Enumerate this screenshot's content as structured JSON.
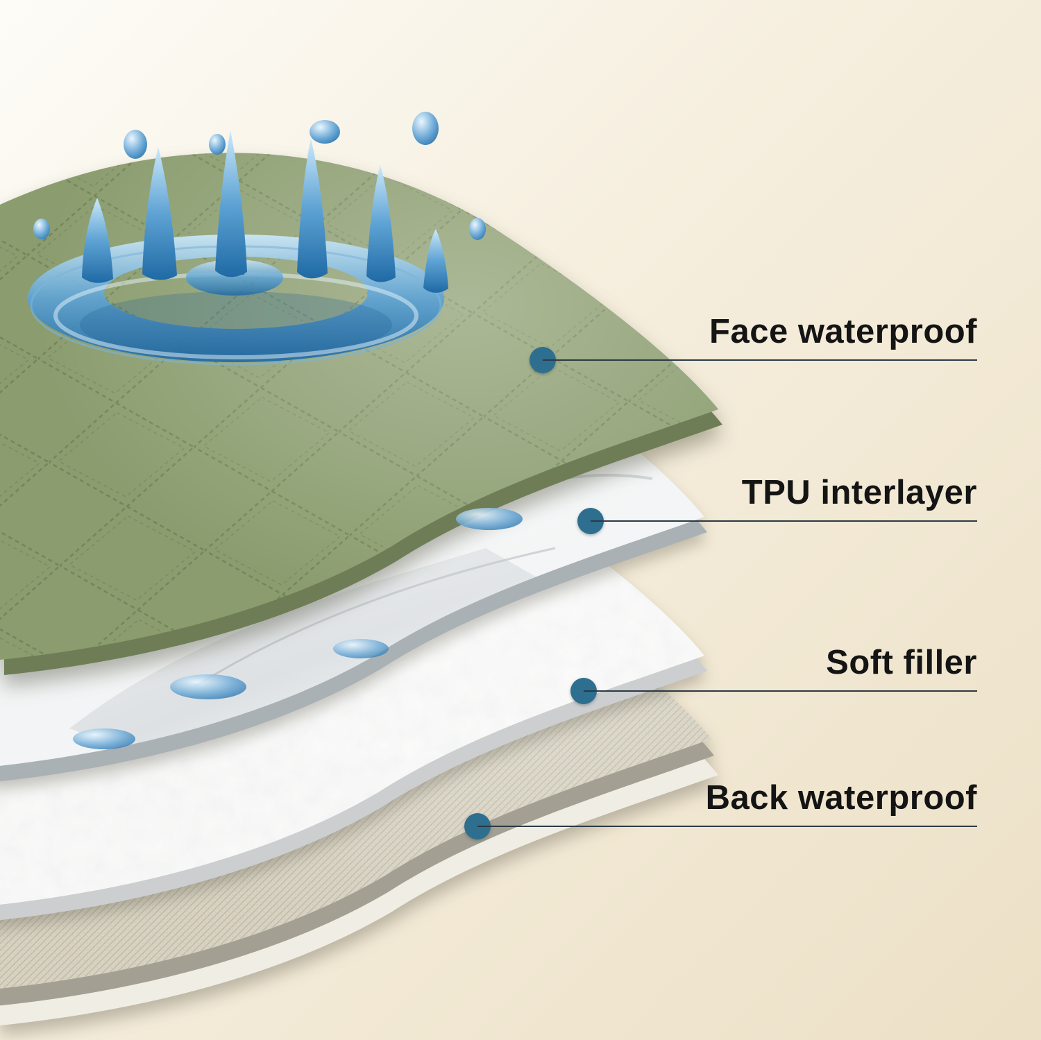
{
  "title": "Waterproof pad four-layer structure diagram",
  "background": {
    "from": "#fdfcf7",
    "to": "#ece0c6"
  },
  "accent": {
    "dot_color": "#2e6e8e",
    "line_color": "#2b3a44",
    "text_color": "#141414",
    "water_color": "#2f77a8"
  },
  "layers": [
    {
      "id": "face-waterproof",
      "label": "Face waterproof",
      "color": "#8b9d6f"
    },
    {
      "id": "tpu-interlayer",
      "label": "TPU interlayer",
      "color": "#f2f4f5"
    },
    {
      "id": "soft-filler",
      "label": "Soft filler",
      "color": "#fbfbfa"
    },
    {
      "id": "back-waterproof",
      "label": "Back waterproof",
      "color": "#d7d2c2"
    }
  ]
}
